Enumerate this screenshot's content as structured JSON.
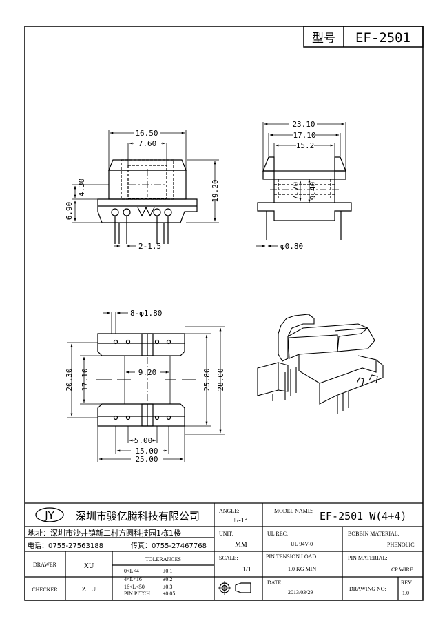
{
  "header": {
    "model_label": "型号",
    "model_value": "EF-2501"
  },
  "views": {
    "front": {
      "dim_width_outer": "16.50",
      "dim_width_inner": "7.60",
      "dim_height_total": "19.20",
      "dim_top_height": "4.30",
      "dim_base_height": "6.90",
      "dim_pin_pitch": "2-1.5"
    },
    "side": {
      "dim_total": "23.10",
      "dim_mid": "17.10",
      "dim_inner": "15.2",
      "dim_h1": "7.70",
      "dim_h2": "9.40",
      "dim_pin_dia": "φ0.80"
    },
    "top": {
      "dim_pin_holes": "8-φ1.80",
      "dim_center": "9.20",
      "dim_left_outer": "20.30",
      "dim_left_inner": "17.10",
      "dim_right_inner": "25.80",
      "dim_right_outer": "28.00",
      "dim_bottom_1": "5.00",
      "dim_bottom_2": "15.00",
      "dim_bottom_3": "25.00"
    }
  },
  "title_block": {
    "logo": "JY",
    "company": "深圳市骏亿腾科技有限公司",
    "address": "地址：深圳市沙井镇新二村方圆科技园1栋1楼",
    "phone": "电话：0755-27563188",
    "fax": "传真：0755-27467768",
    "drawer_label": "DRAWER",
    "drawer": "XU",
    "checker_label": "CHECKER",
    "checker": "ZHU",
    "tolerances_label": "TOLERANCES",
    "tolerances": [
      {
        "range": "0<L<4",
        "value": "±0.1"
      },
      {
        "range": "4<L<16",
        "value": "±0.2"
      },
      {
        "range": "16<L<50",
        "value": "±0.3"
      },
      {
        "range": "PIN PITCH",
        "value": "±0.05"
      }
    ],
    "angle_label": "ANGLE:",
    "angle": "+/-1°",
    "unit_label": "UNIT:",
    "unit": "MM",
    "scale_label": "SCALE:",
    "scale": "1/1",
    "model_name_label": "MODEL NAME:",
    "model_name": "EF-2501 W(4+4)",
    "ul_rec_label": "UL REC:",
    "ul_rec": "UL 94V-0",
    "bobbin_material_label": "BOBBIN MATERIAL:",
    "bobbin_material": "PHENOLIC",
    "pin_tension_label": "PIN TENSION LOAD:",
    "pin_tension": "1.0 KG MIN",
    "pin_material_label": "PIN MATERIAL:",
    "pin_material": "CP WIRE",
    "date_label": "DATE:",
    "date": "2013/03/29",
    "drawing_no_label": "DRAWING NO:",
    "drawing_no": "",
    "rev_label": "REV:",
    "rev": "1.0"
  }
}
